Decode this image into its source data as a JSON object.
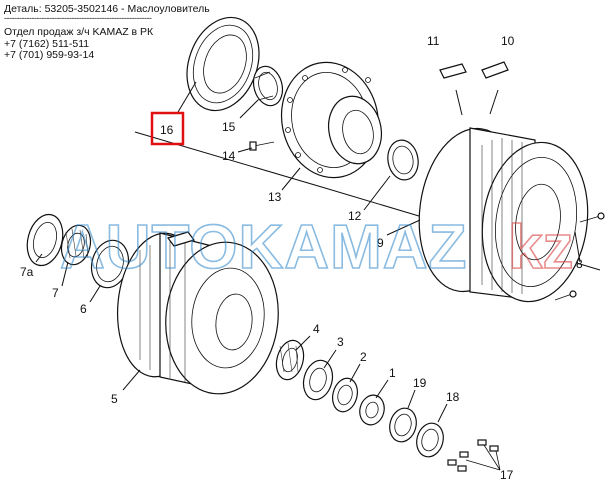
{
  "header": {
    "title": "Деталь: 53205-3502146 - Маслоуловитель",
    "separator": "-----------------------------------------------------------",
    "dept": "Отдел продаж з/ч KAMAZ в РК",
    "phone1": "+7 (7162) 511-511",
    "phone2": "+7 (701) 959-93-14"
  },
  "watermark": {
    "main": "AUTOKAMAZ",
    "suffix": "kz"
  },
  "callouts": {
    "c1": "1",
    "c2": "2",
    "c3": "3",
    "c4": "4",
    "c5": "5",
    "c6": "6",
    "c7": "7",
    "c7a": "7a",
    "c8": "8",
    "c9": "9",
    "c10": "10",
    "c11": "11",
    "c12": "12",
    "c13": "13",
    "c14": "14",
    "c15": "15",
    "c16": "16",
    "c17": "17",
    "c18": "18",
    "c19": "19"
  },
  "highlight": {
    "part": "16",
    "color": "#e01010"
  },
  "colors": {
    "watermark_blue": "#2a83c8",
    "watermark_red": "#d84040"
  }
}
